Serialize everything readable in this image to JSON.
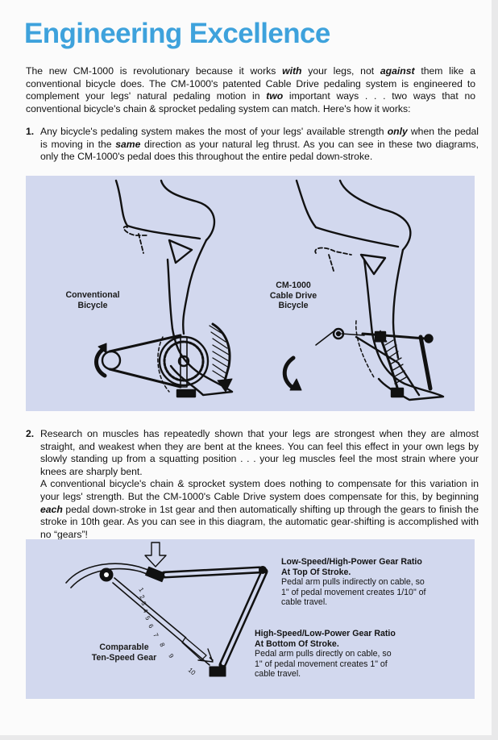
{
  "title": "Engineering Excellence",
  "intro": {
    "p1": "The new CM-1000 is revolutionary because it works ",
    "with": "with",
    "p2": " your legs, not ",
    "against": "against",
    "p3": " them like a conventional bicycle does. The CM-1000's patented Cable Drive pedaling system is engineered to complement your legs' natural pedaling motion in ",
    "two": "two",
    "p4": " important ways . . . two ways that no conventional bicycle's chain & sprocket pedaling system can match. Here's how it works:"
  },
  "point1": {
    "number": "1.",
    "p1": "Any bicycle's pedaling system makes the most of your legs' available strength ",
    "only": "only",
    "p2": " when the pedal is moving in the ",
    "same": "same",
    "p3": " direction as your natural leg thrust. As you can see in these two diagrams, only the CM-1000's pedal does this throughout the entire pedal down-stroke."
  },
  "diagram1": {
    "left_label": [
      "Conventional",
      "Bicycle"
    ],
    "right_label": [
      "CM-1000",
      "Cable Drive",
      "Bicycle"
    ]
  },
  "point2": {
    "number": "2.",
    "para1": "Research on muscles has repeatedly shown that your legs are strongest when they are almost straight, and weakest when they are bent at the knees. You can feel this effect in your own legs by slowly standing up from a squatting position . . . your leg muscles feel the most strain where your knees are sharply bent.",
    "p1": "A conventional bicycle's chain & sprocket system does nothing to compensate for this variation in your legs' strength. But the CM-1000's Cable Drive system does compensate for this, by beginning ",
    "each": "each",
    "p2": " pedal down-stroke in 1st gear and then automatically shifting up through the gears to finish the stroke in 10th gear. As you can see in this diagram, the automatic gear-shifting is accomplished with no “gears”!"
  },
  "diagram2": {
    "top_heading": [
      "Low-Speed/High-Power Gear Ratio",
      "At Top Of Stroke."
    ],
    "top_text": [
      "Pedal arm pulls indirectly on cable, so",
      "1\" of pedal movement creates 1/10\" of",
      "cable travel."
    ],
    "bottom_heading": [
      "High-Speed/Low-Power Gear Ratio",
      "At Bottom Of Stroke."
    ],
    "bottom_text": [
      "Pedal arm pulls directly on cable, so",
      "1\" of pedal movement creates 1\" of",
      "cable travel."
    ],
    "comparable_label": [
      "Comparable",
      "Ten-Speed Gear"
    ],
    "gear_numbers": [
      "1",
      "2",
      "3",
      "4",
      "5",
      "6",
      "7",
      "8",
      "9",
      "10"
    ]
  },
  "colors": {
    "title": "#3ea2dc",
    "panel": "#d2d8ee",
    "ink": "#121212"
  }
}
